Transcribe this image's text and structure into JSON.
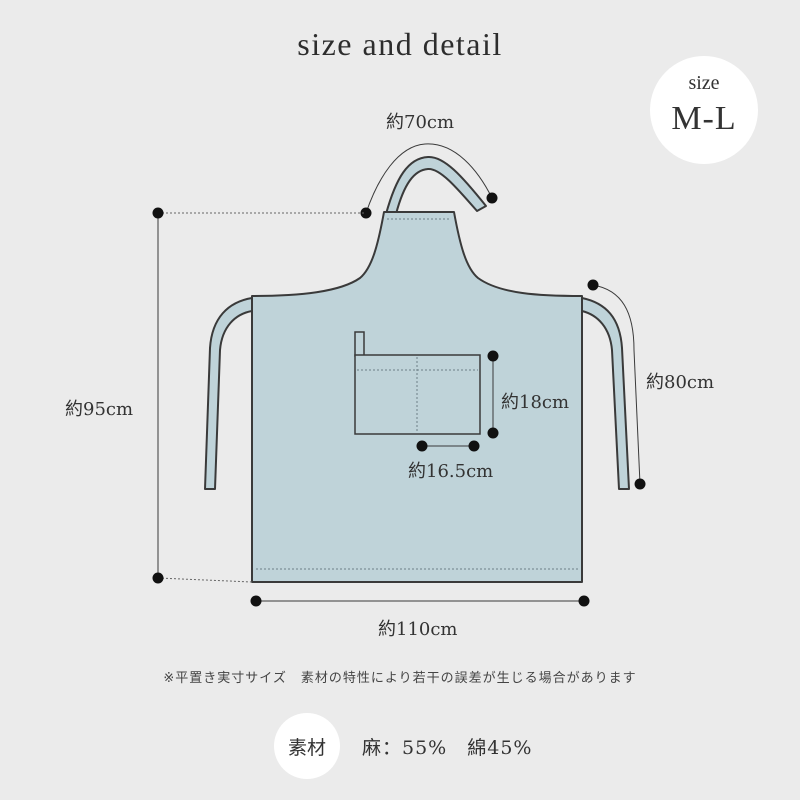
{
  "title": "size and detail",
  "size": {
    "label": "size",
    "value": "M-L"
  },
  "dimensions": {
    "neck_strap": "約70cm",
    "length": "約95cm",
    "waist_tie": "約80cm",
    "pocket_height": "約18cm",
    "pocket_width": "約16.5cm",
    "width": "約110cm"
  },
  "note": "※平置き実寸サイズ　素材の特性により若干の誤差が生じる場合があります",
  "material": {
    "label": "素材",
    "value": "麻：55%　綿45%"
  },
  "colors": {
    "background": "#ebebeb",
    "apron_fill": "#bfd3d9",
    "outline": "#3a3a3a",
    "badge": "#ffffff"
  }
}
